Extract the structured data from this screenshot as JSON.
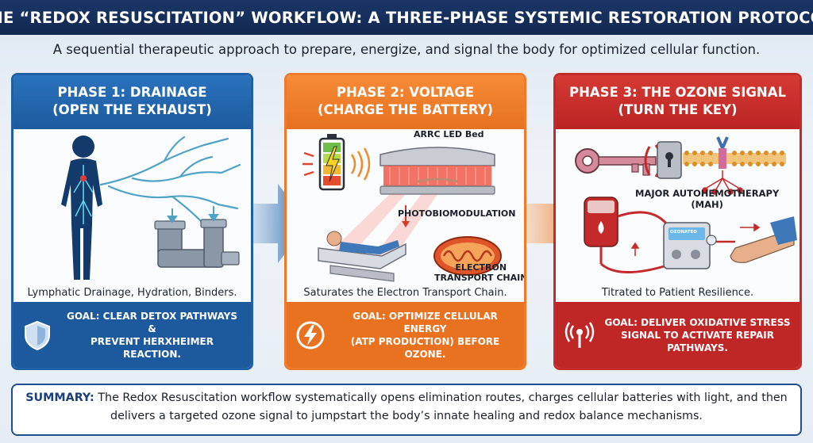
{
  "title": "THE “REDOX RESUSCITATION” WORKFLOW: A THREE-PHASE SYSTEMIC RESTORATION PROTOCOL",
  "subtitle": "A sequential therapeutic approach to prepare, energize, and signal the body for optimized cellular function.",
  "phases": [
    {
      "heading_line1": "PHASE 1: DRAINAGE",
      "heading_line2": "(OPEN THE EXHAUST)",
      "caption": "Lymphatic Drainage, Hydration, Binders.",
      "goal_line1": "GOAL: CLEAR DETOX PATHWAYS &",
      "goal_line2": "PREVENT HERXHEIMER REACTION.",
      "goal_icon": "shield-icon",
      "color": "#1f5fa6"
    },
    {
      "heading_line1": "PHASE 2: VOLTAGE",
      "heading_line2": "(CHARGE THE BATTERY)",
      "caption": "Saturates the Electron Transport Chain.",
      "goal_line1": "GOAL: OPTIMIZE CELLULAR ENERGY",
      "goal_line2": "(ATP PRODUCTION) BEFORE OZONE.",
      "goal_icon": "lightning-icon",
      "color": "#ee7a2a",
      "labels": {
        "bed": "ARRC LED Bed",
        "pbm": "PHOTOBIOMODULATION",
        "etc_line1": "ELECTRON",
        "etc_line2": "TRANSPORT CHAIN"
      }
    },
    {
      "heading_line1": "PHASE 3: THE OZONE SIGNAL",
      "heading_line2": "(TURN THE KEY)",
      "caption": "Titrated to Patient Resilience.",
      "goal_line1": "GOAL: DELIVER OXIDATIVE STRESS",
      "goal_line2": "SIGNAL TO ACTIVATE REPAIR PATHWAYS.",
      "goal_icon": "signal-icon",
      "color": "#c52a2a",
      "labels": {
        "mah_line1": "MAJOR AUTOHEMOTHERAPY",
        "mah_line2": "(MAH)",
        "device": "OZONATED"
      }
    }
  ],
  "summary": {
    "label": "SUMMARY:",
    "text": " The Redox Resuscitation workflow systematically opens elimination routes, charges cellular batteries with light, and then delivers a targeted ozone signal to jumpstart the body’s innate healing and redox balance mechanisms."
  }
}
